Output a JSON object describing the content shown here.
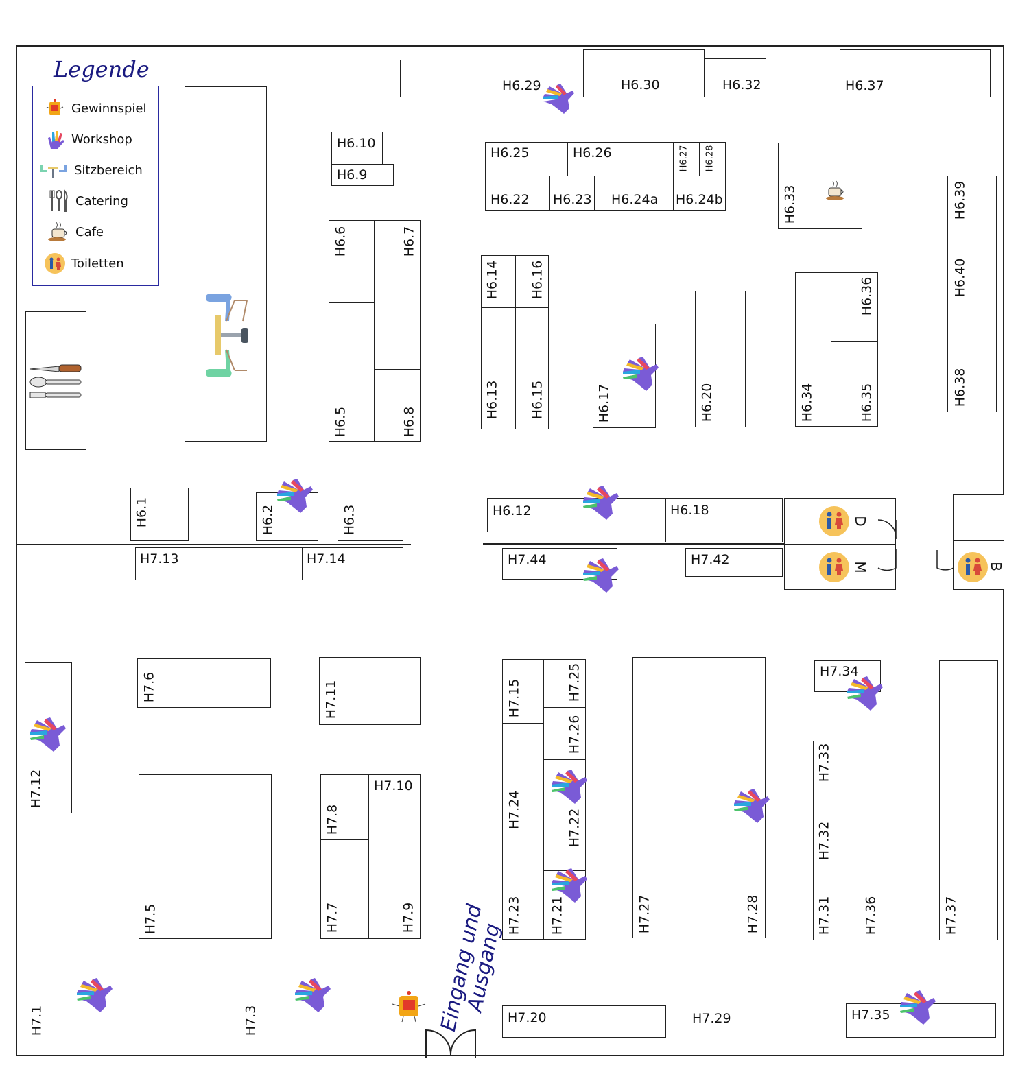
{
  "legend": {
    "title": "Legende",
    "items": [
      {
        "icon": "gewinnspiel-icon",
        "label": "Gewinnspiel"
      },
      {
        "icon": "workshop-hand-icon",
        "label": "Workshop"
      },
      {
        "icon": "seating-icon",
        "label": "Sitzbereich"
      },
      {
        "icon": "catering-cutlery-icon",
        "label": "Catering"
      },
      {
        "icon": "cafe-cup-icon",
        "label": "Cafe"
      },
      {
        "icon": "toilet-icon",
        "label": "Toiletten"
      }
    ]
  },
  "entrance": {
    "line1": "Eingang und",
    "line2": "Ausgang"
  },
  "toilets": {
    "d": "D",
    "m": "M",
    "b": "B"
  },
  "booths": {
    "h6_1": "H6.1",
    "h6_2": "H6.2",
    "h6_3": "H6.3",
    "h6_5": "H6.5",
    "h6_6": "H6.6",
    "h6_7": "H6.7",
    "h6_8": "H6.8",
    "h6_9": "H6.9",
    "h6_10": "H6.10",
    "h6_12": "H6.12",
    "h6_13": "H6.13",
    "h6_14": "H6.14",
    "h6_15": "H6.15",
    "h6_16": "H6.16",
    "h6_17": "H6.17",
    "h6_18": "H6.18",
    "h6_20": "H6.20",
    "h6_22": "H6.22",
    "h6_23": "H6.23",
    "h6_24a": "H6.24a",
    "h6_24b": "H6.24b",
    "h6_25": "H6.25",
    "h6_26": "H6.26",
    "h6_27": "H6.27",
    "h6_28": "H6.28",
    "h6_29": "H6.29",
    "h6_30": "H6.30",
    "h6_32": "H6.32",
    "h6_33": "H6.33",
    "h6_34": "H6.34",
    "h6_35": "H6.35",
    "h6_36": "H6.36",
    "h6_37": "H6.37",
    "h6_38": "H6.38",
    "h6_39": "H6.39",
    "h6_40": "H6.40",
    "h7_1": "H7.1",
    "h7_3": "H7.3",
    "h7_5": "H7.5",
    "h7_6": "H7.6",
    "h7_7": "H7.7",
    "h7_8": "H7.8",
    "h7_9": "H7.9",
    "h7_10": "H7.10",
    "h7_11": "H7.11",
    "h7_12": "H7.12",
    "h7_13": "H7.13",
    "h7_14": "H7.14",
    "h7_15": "H7.15",
    "h7_20": "H7.20",
    "h7_21": "H7.21",
    "h7_22": "H7.22",
    "h7_23": "H7.23",
    "h7_24": "H7.24",
    "h7_25": "H7.25",
    "h7_26": "H7.26",
    "h7_27": "H7.27",
    "h7_28": "H7.28",
    "h7_29": "H7.29",
    "h7_31": "H7.31",
    "h7_32": "H7.32",
    "h7_33": "H7.33",
    "h7_34": "H7.34",
    "h7_35": "H7.35",
    "h7_36": "H7.36",
    "h7_37": "H7.37",
    "h7_42": "H7.42",
    "h7_44": "H7.44"
  }
}
